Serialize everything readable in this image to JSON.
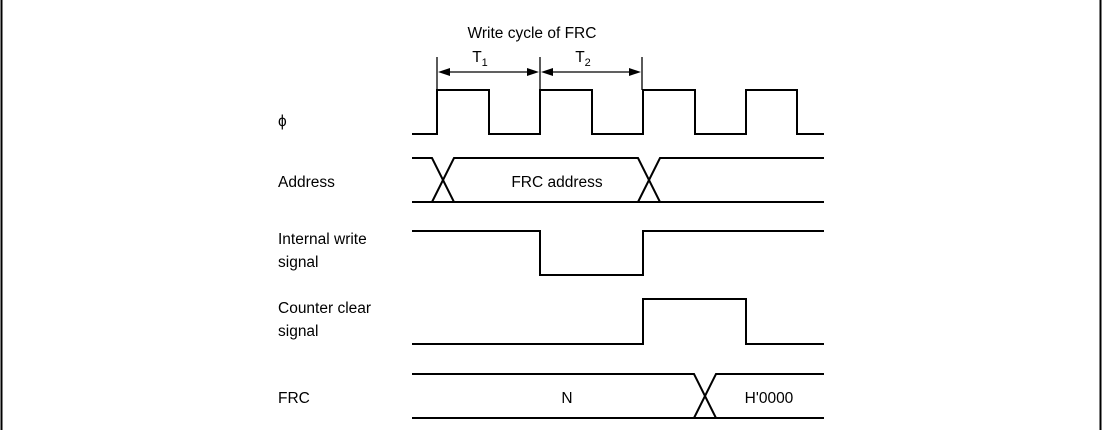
{
  "header": {
    "title": "Write cycle of FRC",
    "t1": "T",
    "t1_sub": "1",
    "t2": "T",
    "t2_sub": "2"
  },
  "signals": {
    "phi": "ϕ",
    "address": "Address",
    "address_value": "FRC address",
    "write_line1": "Internal write",
    "write_line2": "signal",
    "clear_line1": "Counter clear",
    "clear_line2": "signal",
    "frc": "FRC",
    "frc_value_old": "N",
    "frc_value_new": "H'0000"
  }
}
